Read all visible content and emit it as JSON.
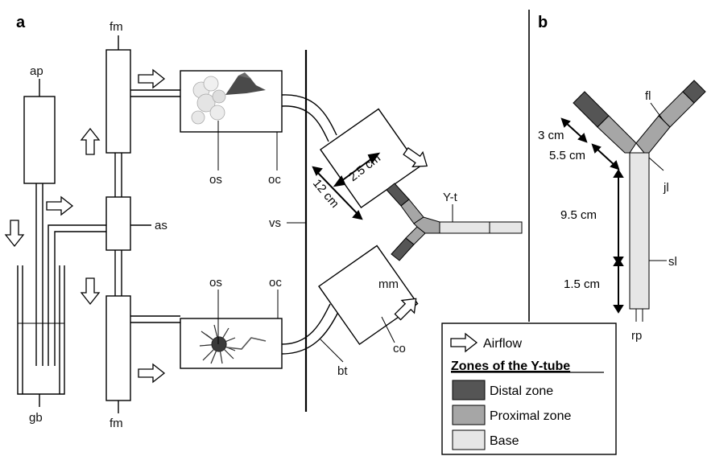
{
  "panels": {
    "a": "a",
    "b": "b"
  },
  "labels_a": {
    "ap": "ap",
    "fm_top": "fm",
    "fm_bottom": "fm",
    "as": "as",
    "gb": "gb",
    "os_top": "os",
    "oc_top": "oc",
    "os_bottom": "os",
    "oc_bottom": "oc",
    "vs": "vs",
    "bt": "bt",
    "co": "co",
    "mm": "mm",
    "yt": "Y-t",
    "d_2_5": "2.5 cm",
    "d_12": "12 cm"
  },
  "labels_b": {
    "fl": "fl",
    "jl": "jl",
    "sl": "sl",
    "rp": "rp",
    "d_3": "3 cm",
    "d_5_5": "5.5 cm",
    "d_9_5": "9.5 cm",
    "d_1_5": "1.5 cm"
  },
  "legend": {
    "airflow": "Airflow",
    "title": "Zones of the Y-tube",
    "items": [
      {
        "label": "Distal zone",
        "color": "#555555"
      },
      {
        "label": "Proximal zone",
        "color": "#a6a6a6"
      },
      {
        "label": "Base",
        "color": "#e6e6e6"
      }
    ]
  },
  "colors": {
    "distal": "#555555",
    "proximal": "#a6a6a6",
    "base": "#e6e6e6",
    "ink": "#000000"
  }
}
